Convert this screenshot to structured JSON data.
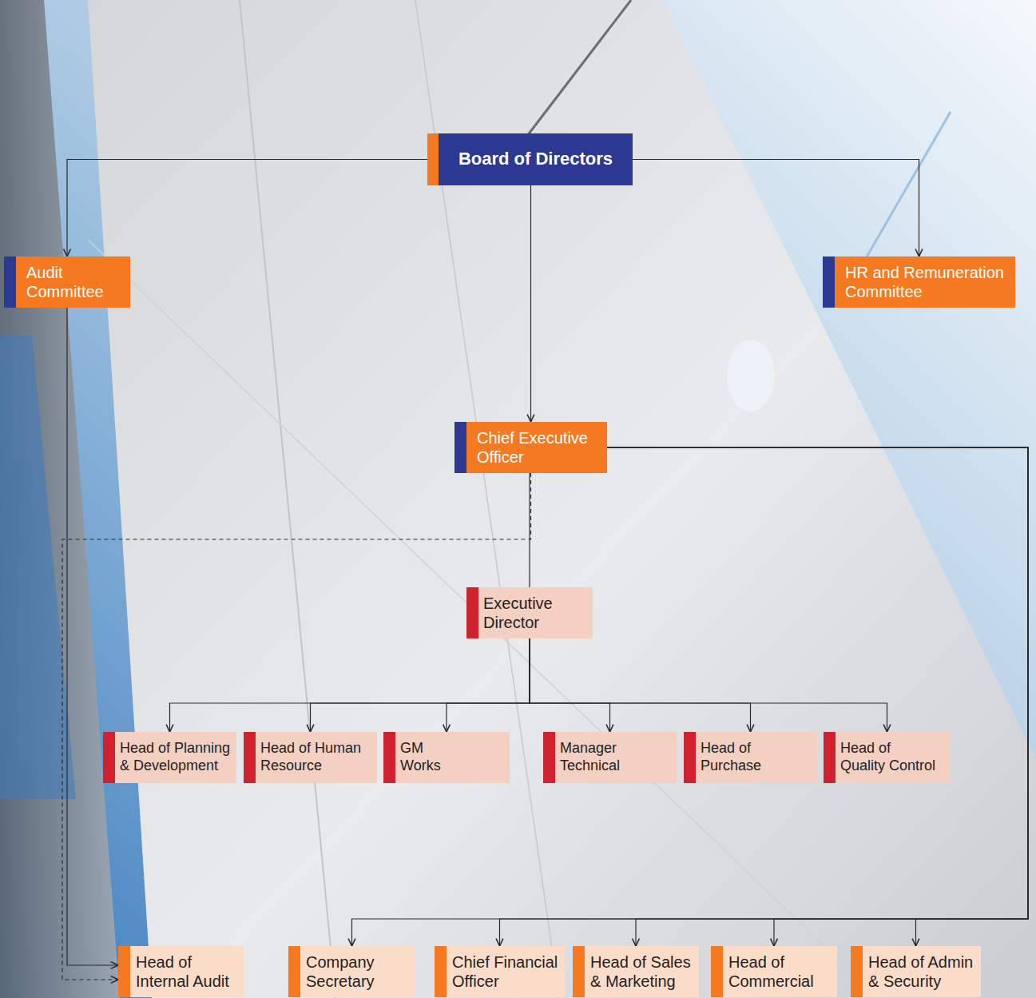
{
  "diagram": {
    "nodes": [
      {
        "text": [
          "Board of Directors"
        ]
      },
      {
        "text": [
          "Audit Committee"
        ]
      },
      {
        "text": [
          "HR and Remuneration Committee"
        ]
      },
      {
        "text": [
          "Chief Executive Officer"
        ]
      },
      {
        "text": [
          "Executive Director"
        ]
      },
      {
        "text": [
          "Head of Planning & Development"
        ]
      },
      {
        "text": [
          "Head of Human Resource"
        ]
      },
      {
        "text": [
          "GM Works"
        ]
      },
      {
        "text": [
          "Manager Technical"
        ]
      },
      {
        "text": [
          "Head of Purchase"
        ]
      },
      {
        "text": [
          "Head of Quality Control"
        ]
      },
      {
        "text": [
          "Head of Internal Audit"
        ]
      },
      {
        "text": [
          "Company Secretary"
        ]
      },
      {
        "text": [
          "Chief Financial Officer"
        ]
      },
      {
        "text": [
          "Head of Sales & Marketing"
        ]
      },
      {
        "text": [
          "Head of Commercial"
        ]
      },
      {
        "text": [
          "Head of Admin & Security"
        ]
      }
    ],
    "edges": [
      {
        "from": 0,
        "to": 1,
        "arrow": "to"
      },
      {
        "from": 0,
        "to": 2,
        "arrow": "to"
      },
      {
        "from": 0,
        "to": 3,
        "arrow": "to"
      },
      {
        "from": 3,
        "to": 4,
        "arrow": "none"
      },
      {
        "from": 4,
        "to": 5,
        "arrow": "to"
      },
      {
        "from": 4,
        "to": 6,
        "arrow": "to"
      },
      {
        "from": 4,
        "to": 7,
        "arrow": "to"
      },
      {
        "from": 4,
        "to": 8,
        "arrow": "to"
      },
      {
        "from": 4,
        "to": 9,
        "arrow": "to"
      },
      {
        "from": 4,
        "to": 10,
        "arrow": "to"
      },
      {
        "from": 3,
        "to": 12,
        "arrow": "to"
      },
      {
        "from": 3,
        "to": 13,
        "arrow": "to"
      },
      {
        "from": 3,
        "to": 14,
        "arrow": "to"
      },
      {
        "from": 3,
        "to": 15,
        "arrow": "to"
      },
      {
        "from": 3,
        "to": 16,
        "arrow": "to"
      },
      {
        "from": 1,
        "to": 11,
        "arrow": "to"
      },
      {
        "from": 3,
        "to": 11,
        "arrow": "to"
      }
    ]
  }
}
